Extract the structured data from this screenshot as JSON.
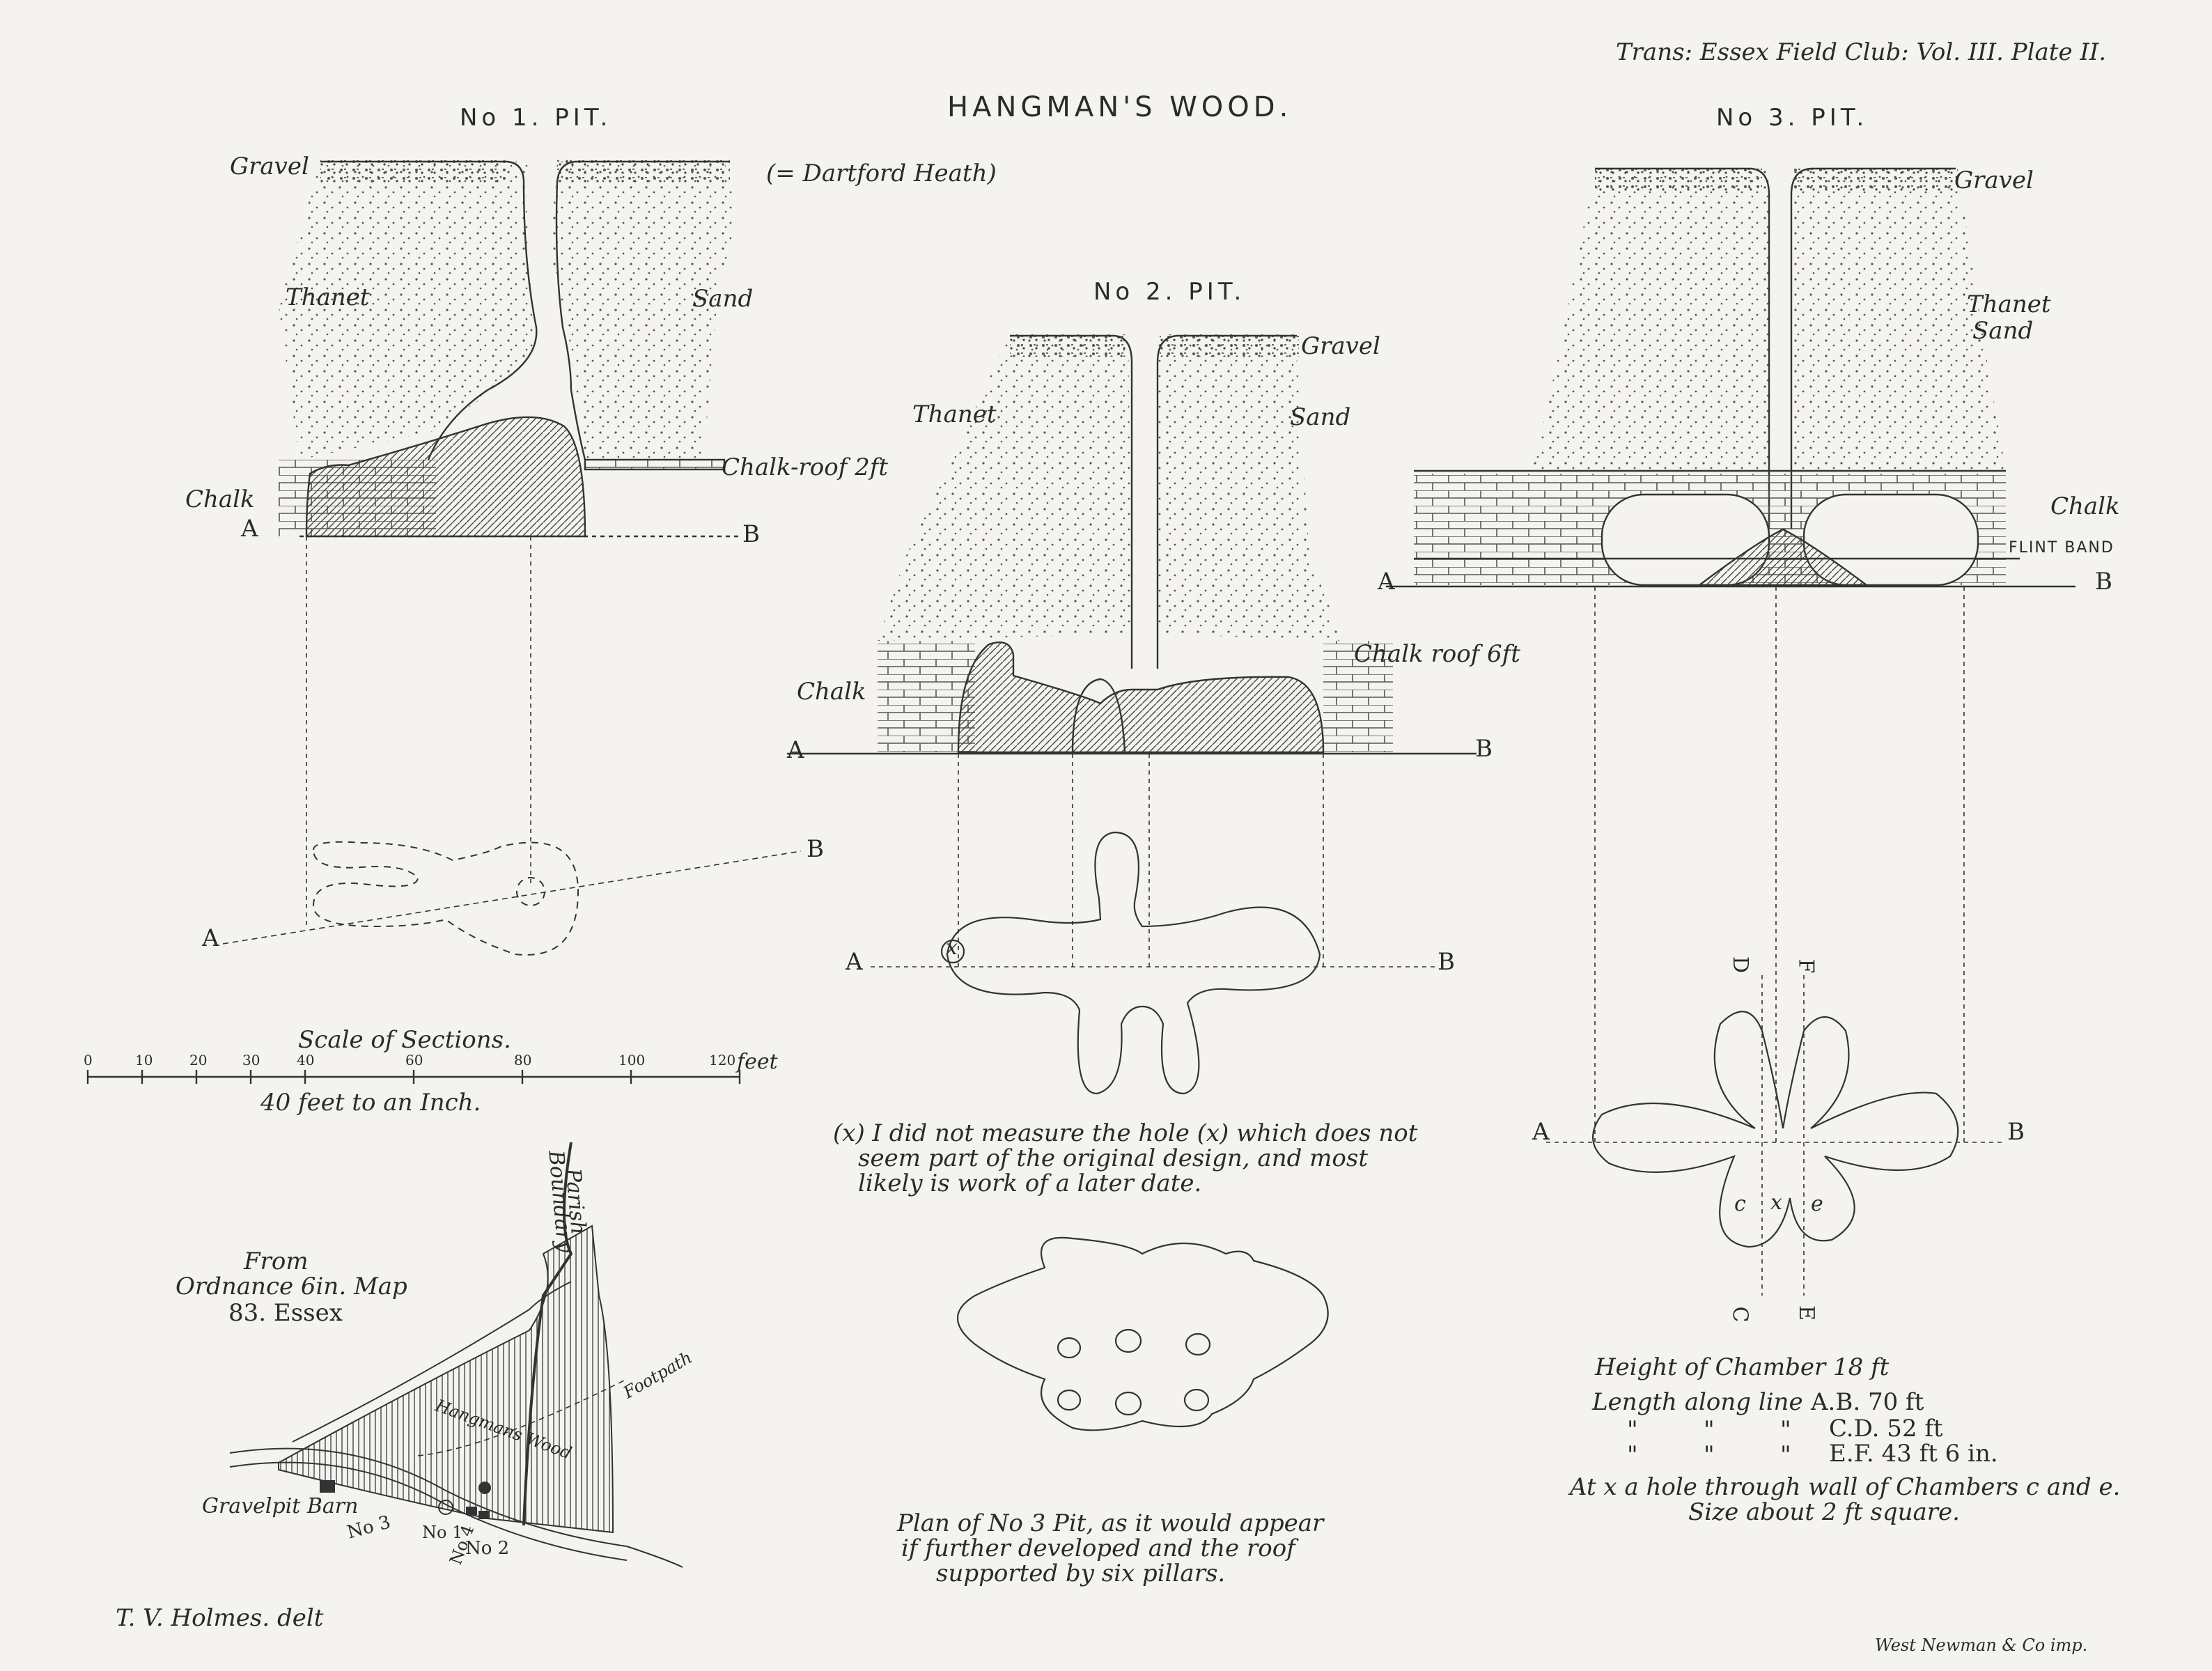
{
  "header": {
    "plate_ref": "Trans: Essex Field Club: Vol. III. Plate II.",
    "title": "HANGMAN'S WOOD."
  },
  "pit1": {
    "heading": "No 1. PIT.",
    "gravel": "Gravel",
    "dartford": "(= Dartford Heath)",
    "thanet": "Thanet",
    "sand": "Sand",
    "chalk": "Chalk",
    "chalk_roof": "Chalk-roof 2ft",
    "a": "A",
    "b": "B",
    "plan_a": "A",
    "plan_b": "B"
  },
  "pit2": {
    "heading": "No 2. PIT.",
    "gravel": "Gravel",
    "thanet": "Thanet",
    "sand": "Sand",
    "chalk": "Chalk",
    "chalk_roof": "Chalk roof 6ft",
    "a": "A",
    "b": "B",
    "plan_a": "A",
    "plan_b": "B",
    "x_mark": "x",
    "note": [
      "(x) I did not measure the hole (x) which does not",
      "seem part of the original design, and most",
      "likely is work of a later date."
    ]
  },
  "pit3": {
    "heading": "No 3. PIT.",
    "gravel": "Gravel",
    "thanet": "Thanet",
    "sand": "Sand",
    "chalk": "Chalk",
    "flint_band": "FLINT BAND",
    "a": "A",
    "b": "B",
    "plan_a": "A",
    "plan_b": "B",
    "d": "D",
    "f": "F",
    "c": "C",
    "e": "E",
    "c_small": "c",
    "x_small": "x",
    "e_small": "e",
    "dims": {
      "height": "Height of Chamber 18 ft",
      "length_label": "Length along line",
      "ab": "A.B. 70 ft",
      "cd": "C.D. 52 ft",
      "ef": "E.F. 43 ft 6 in.",
      "ditto": "\"",
      "hole_line1": "At x a hole through wall of Chambers c and e.",
      "hole_line2": "Size about 2 ft square."
    }
  },
  "scale": {
    "title": "Scale of Sections.",
    "ticks": [
      "0",
      "10",
      "20",
      "30",
      "40",
      "60",
      "80",
      "100",
      "120"
    ],
    "unit": "feet",
    "ratio": "40 feet to an Inch."
  },
  "plan_developed": {
    "caption": [
      "Plan of No 3 Pit, as it would appear",
      "if further developed and the roof",
      "supported by six pillars."
    ]
  },
  "map": {
    "source": [
      "From",
      "Ordnance 6in. Map",
      "83. Essex"
    ],
    "parish": [
      "Parish",
      "Boundary"
    ],
    "footpath": "Footpath",
    "wood": "Hangmans Wood",
    "gravelpit_barn": "Gravelpit Barn",
    "no3": "No 3",
    "no1": "No 1",
    "no4": "No 4",
    "no2": "No 2"
  },
  "credits": {
    "artist": "T. V. Holmes. delt",
    "printer": "West Newman & Co imp."
  }
}
